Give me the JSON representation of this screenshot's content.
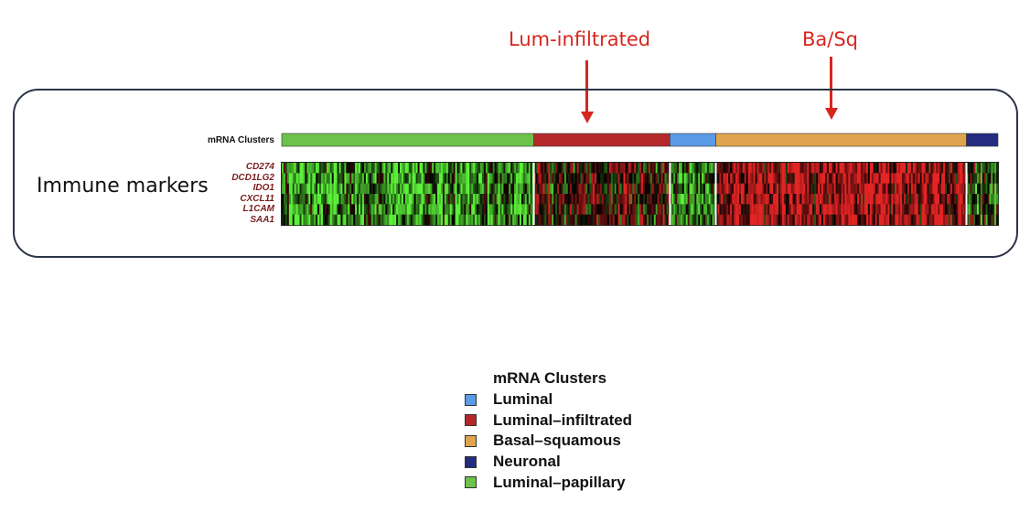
{
  "annotations": [
    {
      "text": "Lum-infiltrated",
      "target_cluster": "Luminal-infiltrated"
    },
    {
      "text": "Ba/Sq",
      "target_cluster": "Basal-squamous"
    }
  ],
  "chart_data": {
    "type": "heatmap",
    "row_group_label": "Immune markers",
    "cluster_track_label": "mRNA Clusters",
    "genes": [
      "CD274",
      "DCD1LG2",
      "IDO1",
      "CXCL11",
      "L1CAM",
      "SAA1"
    ],
    "cluster_order": [
      "Luminal-papillary",
      "Luminal-infiltrated",
      "Luminal",
      "Basal-squamous",
      "Neuronal"
    ],
    "cluster_fraction": [
      0.352,
      0.19,
      0.064,
      0.35,
      0.044
    ],
    "cluster_mean_expression": {
      "Luminal-papillary": -0.6,
      "Luminal-infiltrated": 0.25,
      "Luminal": -0.55,
      "Basal-squamous": 0.65,
      "Neuronal": -0.2
    },
    "color_scale": {
      "low": "#5df03a",
      "mid": "#000000",
      "high": "#e32424"
    },
    "legend": {
      "title": "mRNA Clusters",
      "items": [
        {
          "label": "Luminal",
          "color": "#5a9ae6"
        },
        {
          "label": "Luminal–infiltrated",
          "color": "#b5282a"
        },
        {
          "label": "Basal–squamous",
          "color": "#dfa54e"
        },
        {
          "label": "Neuronal",
          "color": "#232c80"
        },
        {
          "label": "Luminal–papillary",
          "color": "#6cc24a"
        }
      ]
    }
  }
}
